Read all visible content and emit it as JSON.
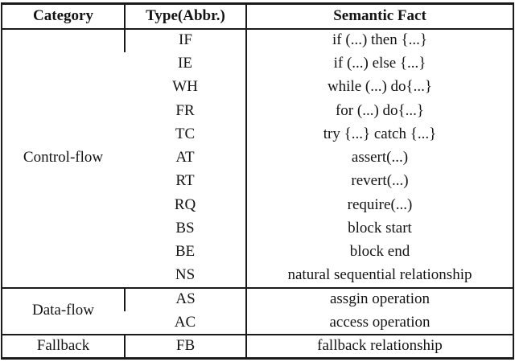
{
  "table": {
    "headers": [
      "Category",
      "Type(Abbr.)",
      "Semantic Fact"
    ],
    "sections": [
      {
        "category": "Control-flow",
        "rows": [
          {
            "type": "IF",
            "fact": "if (...) then {...}"
          },
          {
            "type": "IE",
            "fact": "if (...) else {...}"
          },
          {
            "type": "WH",
            "fact": "while (...) do{...}"
          },
          {
            "type": "FR",
            "fact": "for (...) do{...}"
          },
          {
            "type": "TC",
            "fact": "try {...} catch {...}"
          },
          {
            "type": "AT",
            "fact": "assert(...)"
          },
          {
            "type": "RT",
            "fact": "revert(...)"
          },
          {
            "type": "RQ",
            "fact": "require(...)"
          },
          {
            "type": "BS",
            "fact": "block start"
          },
          {
            "type": "BE",
            "fact": "block end"
          },
          {
            "type": "NS",
            "fact": "natural sequential relationship"
          }
        ]
      },
      {
        "category": "Data-flow",
        "rows": [
          {
            "type": "AS",
            "fact": "assgin operation"
          },
          {
            "type": "AC",
            "fact": "access operation"
          }
        ]
      },
      {
        "category": "Fallback",
        "rows": [
          {
            "type": "FB",
            "fact": "fallback relationship"
          }
        ]
      }
    ]
  }
}
